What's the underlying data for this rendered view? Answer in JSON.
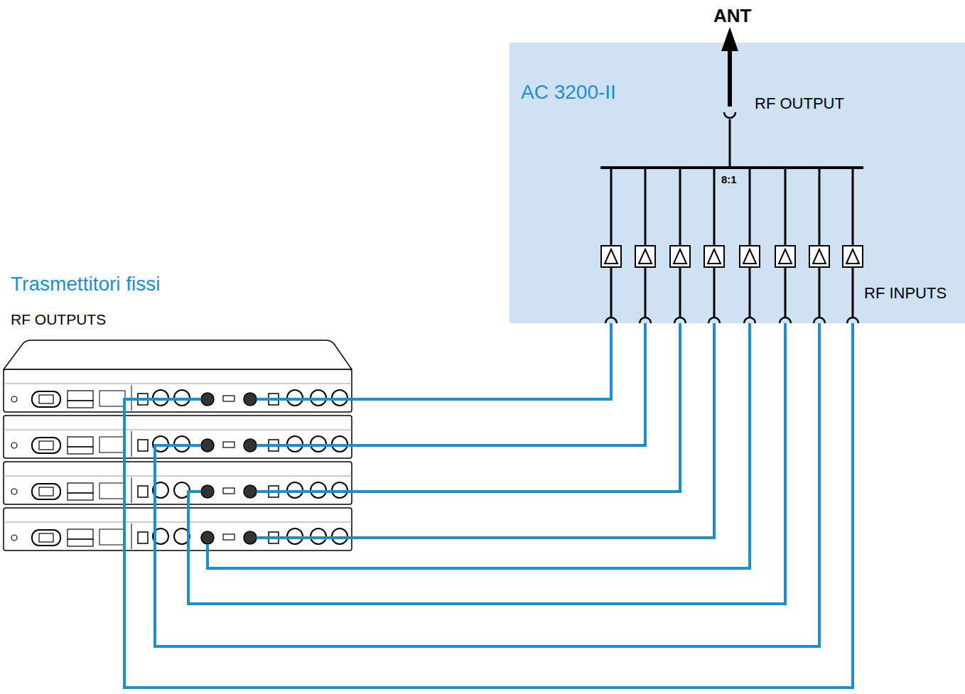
{
  "diagram": {
    "nodes": [
      {
        "text": [
          "AC 3200-II"
        ]
      },
      {
        "text": [
          "Trasmettitori fissi",
          "RF OUTPUTS"
        ]
      }
    ],
    "edges": [
      {
        "from": 1,
        "to": 0,
        "arrow": "none"
      },
      {
        "from": 1,
        "to": 0,
        "arrow": "none"
      },
      {
        "from": 1,
        "to": 0,
        "arrow": "none"
      },
      {
        "from": 1,
        "to": 0,
        "arrow": "none"
      },
      {
        "from": 1,
        "to": 0,
        "arrow": "none"
      },
      {
        "from": 1,
        "to": 0,
        "arrow": "none"
      },
      {
        "from": 1,
        "to": 0,
        "arrow": "none"
      },
      {
        "from": 1,
        "to": 0,
        "arrow": "none"
      }
    ],
    "labels": [
      "ANT",
      "RF OUTPUT",
      "8:1",
      "RF INPUTS"
    ]
  }
}
